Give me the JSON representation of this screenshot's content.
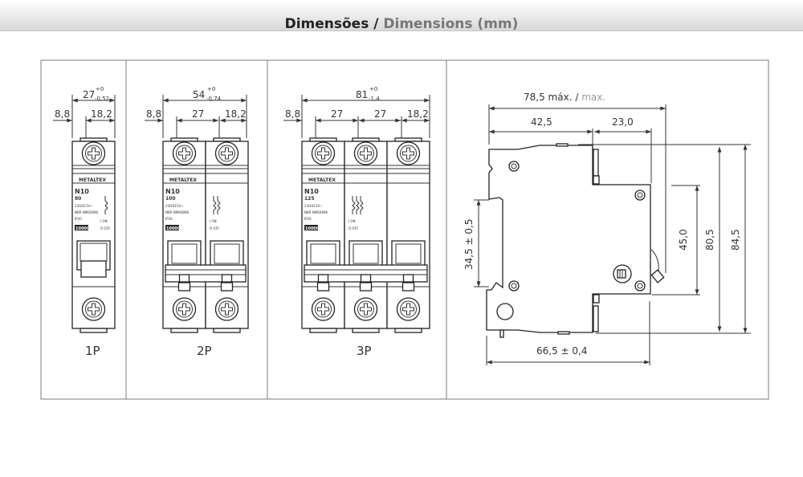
{
  "header": {
    "title_pt": "Dimensões",
    "separator": "/",
    "title_en": "Dimensions (mm)"
  },
  "views": {
    "p1": {
      "label": "1P",
      "total": "27",
      "tol_plus": "+0",
      "tol_minus": "-0,52",
      "left": "8,8",
      "right": "18,2",
      "model": "N10",
      "current": "80",
      "voltage": "230/415V~",
      "standard": "NBR NM60898",
      "ip": "IP20",
      "capacity": "10000",
      "on": "I ON",
      "off": "O OFF",
      "brand": "METALTEX"
    },
    "p2": {
      "label": "2P",
      "total": "54",
      "tol_plus": "+0",
      "tol_minus": "-0,74",
      "left": "8,8",
      "mid": "27",
      "right": "18,2",
      "model": "N10",
      "current": "100",
      "voltage": "230/415V~",
      "standard": "NBR NM60898",
      "ip": "IP20",
      "capacity": "10000",
      "on": "I ON",
      "off": "O OFF",
      "brand": "METALTEX"
    },
    "p3": {
      "label": "3P",
      "total": "81",
      "tol_plus": "+0",
      "tol_minus": "-1,4",
      "left": "8,8",
      "mid1": "27",
      "mid2": "27",
      "right": "18,2",
      "model": "N10",
      "current": "125",
      "voltage": "230/415V~",
      "standard": "NBR NM60898",
      "ip": "IP20",
      "capacity": "10000",
      "on": "I ON",
      "off": "O OFF",
      "brand": "METALTEX"
    }
  },
  "side": {
    "overall": "78,5",
    "max_pt": "máx.",
    "slash": "/",
    "max_en": "max.",
    "front": "42,5",
    "back": "23,0",
    "rail": "34,5 ± 0,5",
    "h45": "45,0",
    "h80": "80,5",
    "h84": "84,5",
    "depth": "66,5 ± 0,4"
  }
}
